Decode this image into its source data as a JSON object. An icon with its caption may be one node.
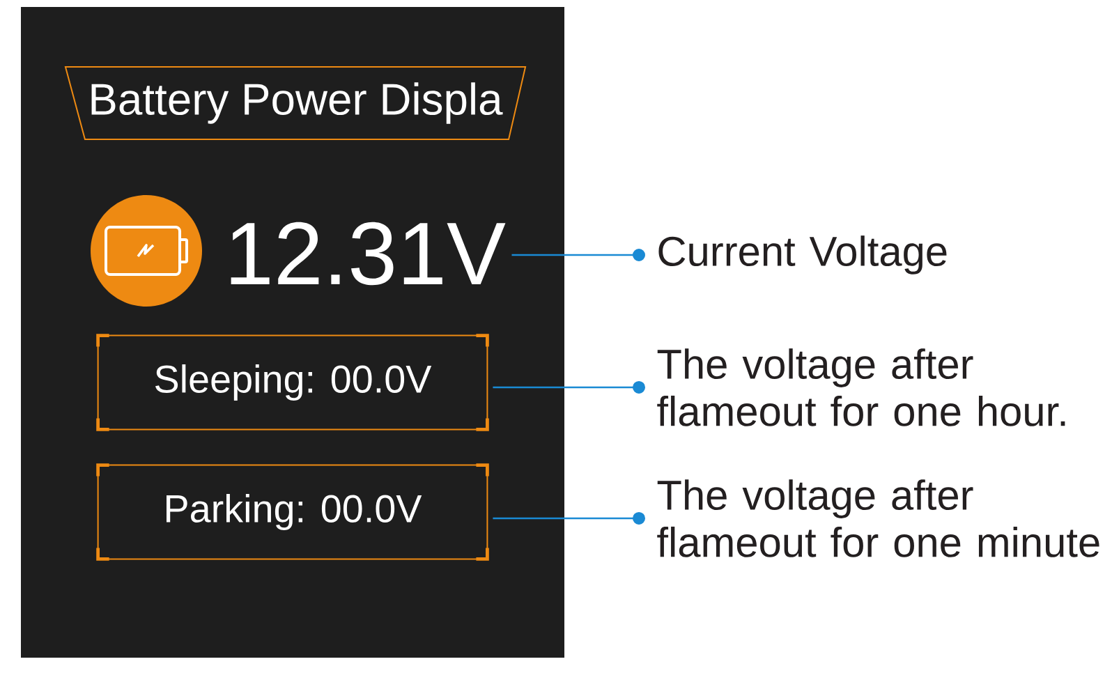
{
  "diagram": {
    "nodes": [
      {
        "text": [],
        "shape": "box"
      },
      {
        "text": [
          "Battery Power Displa"
        ],
        "in": 0
      },
      {
        "text": [
          "12.31V"
        ],
        "in": 0
      },
      {
        "text": [
          "Sleeping: 00.0V"
        ],
        "in": 0
      },
      {
        "text": [
          "Parking: 00.0V"
        ],
        "in": 0
      },
      {
        "text": [
          "Current Voltage"
        ]
      },
      {
        "text": [
          "The voltage after flameout for one hour."
        ]
      },
      {
        "text": [
          "The voltage after flameout for one minute"
        ]
      }
    ],
    "edges": [
      {
        "from": 5,
        "to": 2,
        "arrow": "other"
      },
      {
        "from": 6,
        "to": 3,
        "arrow": "other"
      },
      {
        "from": 7,
        "to": 4,
        "arrow": "other"
      }
    ]
  }
}
